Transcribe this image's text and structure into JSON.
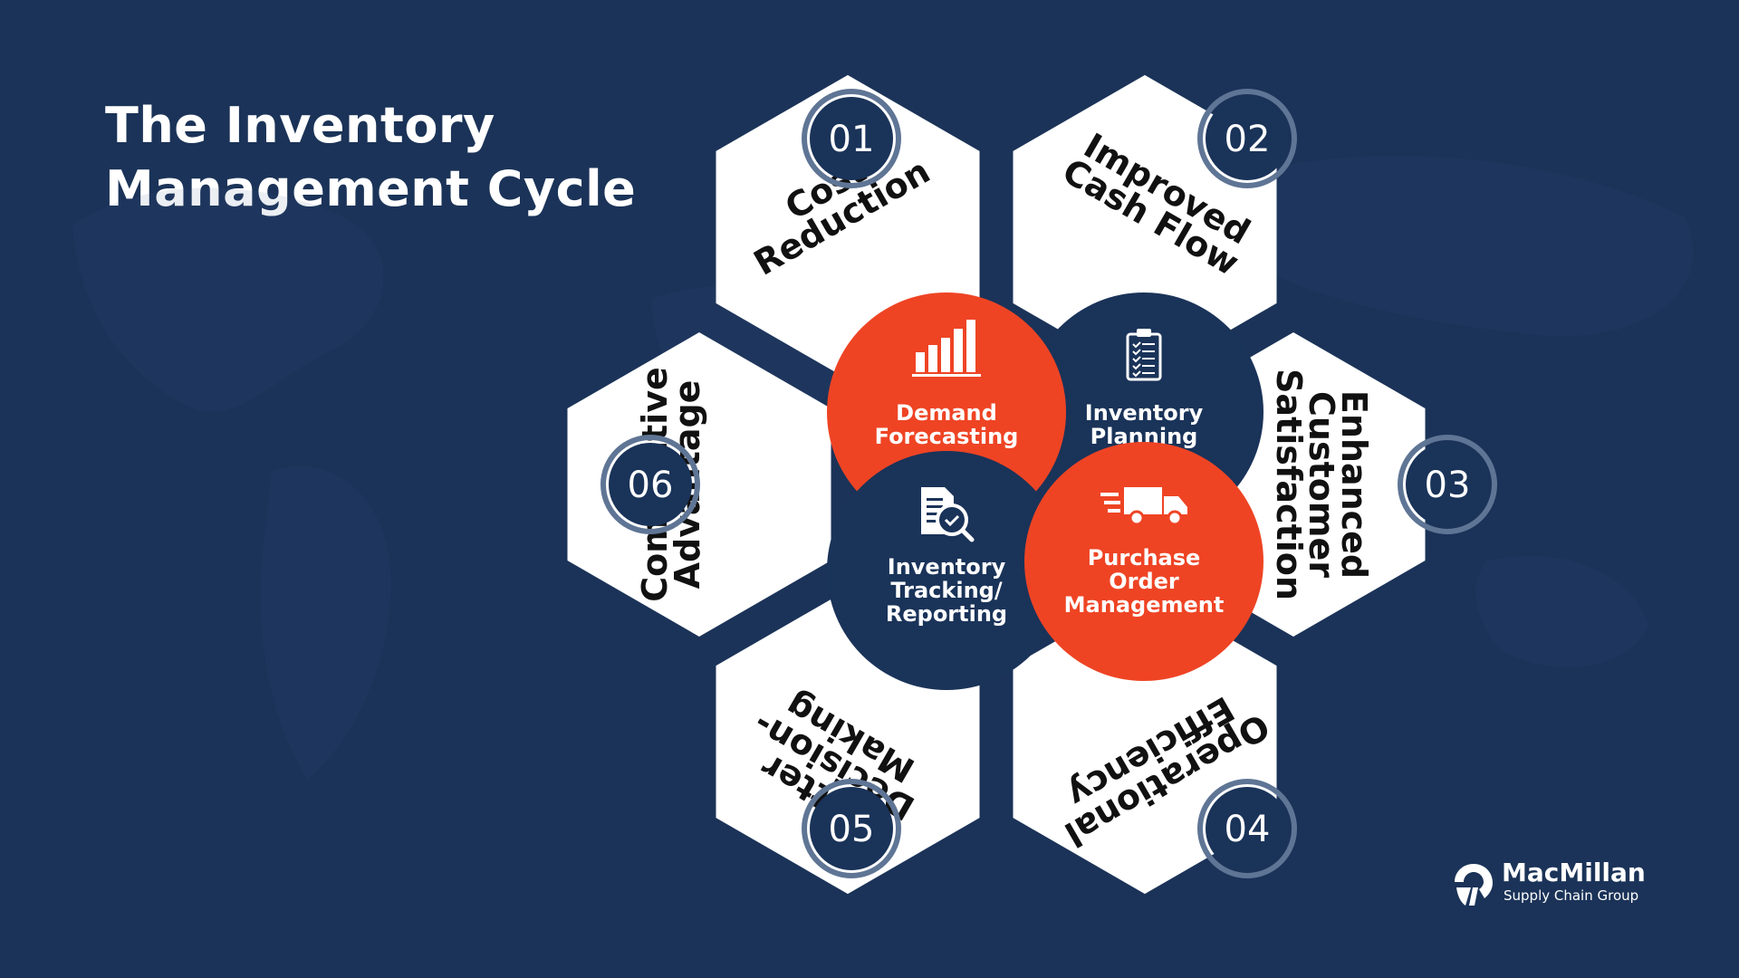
{
  "title": {
    "line1": "The Inventory",
    "line2": "Management Cycle"
  },
  "colors": {
    "background": "#1b3358",
    "navy": "#1a3359",
    "orange": "#ee4424",
    "hex_fill": "#ffffff",
    "ring": "#5f7595"
  },
  "benefits": [
    {
      "number": "01",
      "lines": [
        "Cost",
        "Reduction"
      ]
    },
    {
      "number": "02",
      "lines": [
        "Improved",
        "Cash Flow"
      ]
    },
    {
      "number": "03",
      "lines": [
        "Enhanced",
        "Customer",
        "Satisfaction"
      ]
    },
    {
      "number": "04",
      "lines": [
        "Operational",
        "Efficiency"
      ]
    },
    {
      "number": "05",
      "lines": [
        "Better",
        "Decision-",
        "Making"
      ]
    },
    {
      "number": "06",
      "lines": [
        "Competitive",
        "Advantage"
      ]
    }
  ],
  "stages": [
    {
      "lines": [
        "Demand",
        "Forecasting"
      ],
      "color": "orange",
      "icon": "bar-chart-icon"
    },
    {
      "lines": [
        "Inventory",
        "Planning"
      ],
      "color": "navy",
      "icon": "clipboard-checklist-icon"
    },
    {
      "lines": [
        "Purchase",
        "Order",
        "Management"
      ],
      "color": "orange",
      "icon": "delivery-truck-icon"
    },
    {
      "lines": [
        "Inventory",
        "Tracking/",
        "Reporting"
      ],
      "color": "navy",
      "icon": "document-search-icon"
    }
  ],
  "brand": {
    "name": "MacMillan",
    "subtitle": "Supply Chain Group"
  }
}
